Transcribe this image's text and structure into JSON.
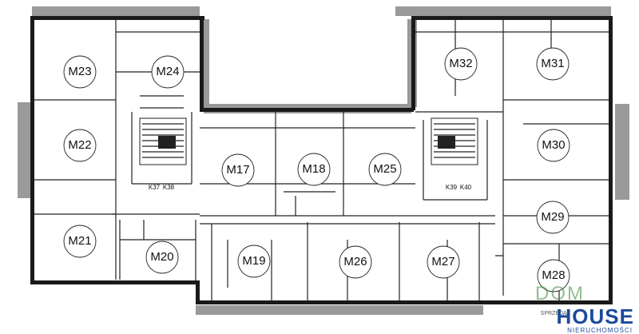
{
  "units": [
    {
      "id": "M23",
      "label": "M23"
    },
    {
      "id": "M24",
      "label": "M24"
    },
    {
      "id": "M22",
      "label": "M22"
    },
    {
      "id": "M21",
      "label": "M21"
    },
    {
      "id": "M20",
      "label": "M20"
    },
    {
      "id": "M17",
      "label": "M17"
    },
    {
      "id": "M18",
      "label": "M18"
    },
    {
      "id": "M25",
      "label": "M25"
    },
    {
      "id": "M19",
      "label": "M19"
    },
    {
      "id": "M26",
      "label": "M26"
    },
    {
      "id": "M27",
      "label": "M27"
    },
    {
      "id": "M32",
      "label": "M32"
    },
    {
      "id": "M31",
      "label": "M31"
    },
    {
      "id": "M30",
      "label": "M30"
    },
    {
      "id": "M29",
      "label": "M29"
    },
    {
      "id": "M28",
      "label": "M28"
    }
  ],
  "storage": [
    "K37",
    "K38",
    "K39",
    "K40"
  ],
  "watermark": {
    "brand_top": "DOM",
    "brand_main": "HOUSE",
    "tagline_small": "SPRZEDAŻ",
    "tagline": "NIERUCHOMOŚCI",
    "colors": {
      "blue": "#1c4a9a",
      "green": "#3a8a3a"
    }
  }
}
